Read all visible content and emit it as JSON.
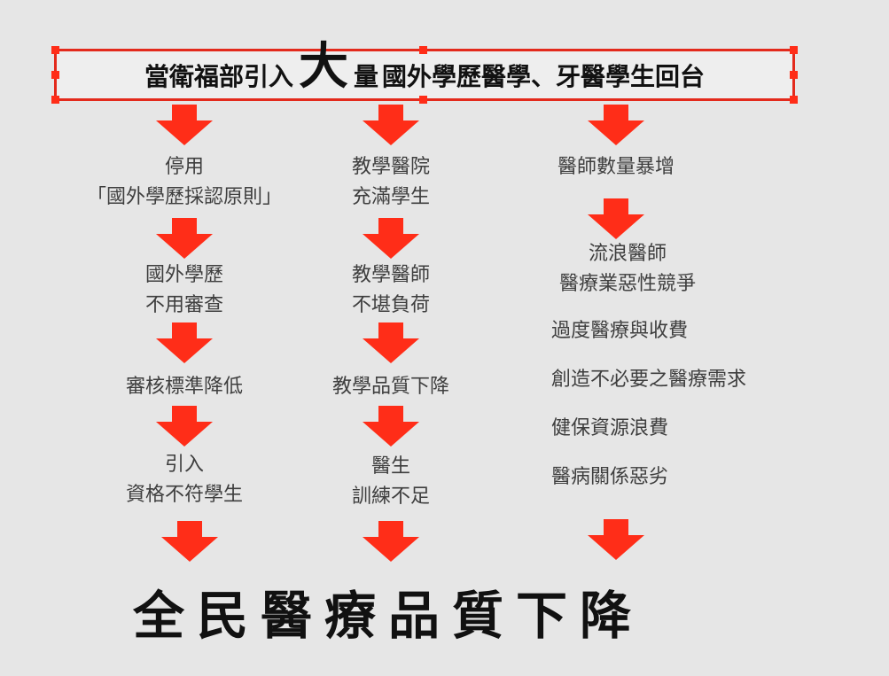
{
  "colors": {
    "accent": "#ff2d18",
    "background": "#e6e6e6"
  },
  "header": {
    "before": "當衛福部引入",
    "big": "大",
    "mid": "量",
    "after": "國外學歷醫學、牙醫學生回台"
  },
  "col1": {
    "n1_l1": "停用",
    "n1_l2": "「國外學歷採認原則」",
    "n2_l1": "國外學歷",
    "n2_l2": "不用審查",
    "n3": "審核標準降低",
    "n4_l1": "引入",
    "n4_l2": "資格不符學生"
  },
  "col2": {
    "n1_l1": "教學醫院",
    "n1_l2": "充滿學生",
    "n2_l1": "教學醫師",
    "n2_l2": "不堪負荷",
    "n3": "教學品質下降",
    "n4_l1": "醫生",
    "n4_l2": "訓練不足"
  },
  "col3": {
    "n1": "醫師數量暴增",
    "n2_l1": "流浪醫師",
    "n2_l2": "醫療業惡性競爭",
    "items": [
      "過度醫療與收費",
      "創造不必要之醫療需求",
      "健保資源浪費",
      "醫病關係惡劣"
    ]
  },
  "conclusion": "全民醫療品質下降"
}
